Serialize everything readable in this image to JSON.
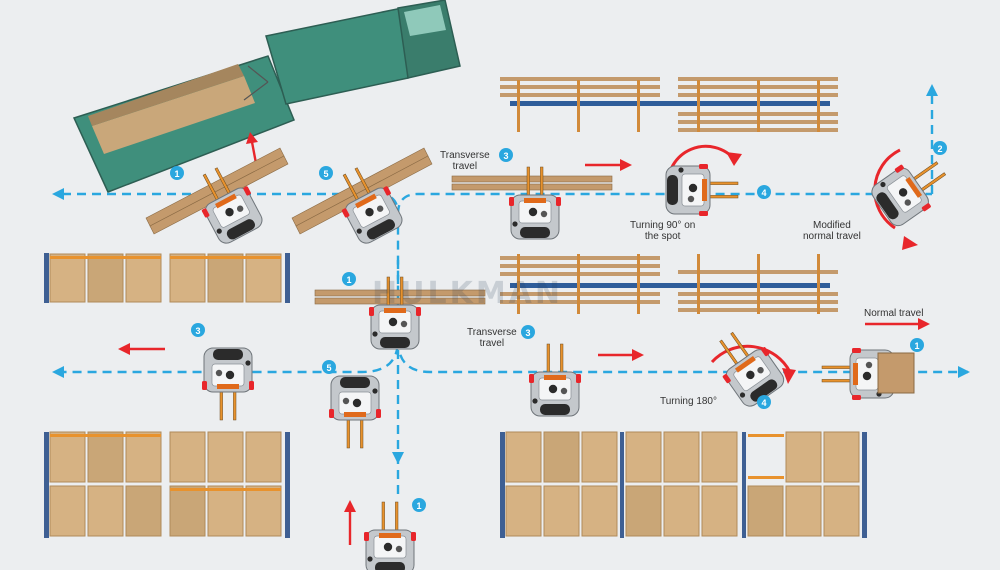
{
  "labels": {
    "transverse_top": [
      "Transverse",
      "travel"
    ],
    "transverse_mid": [
      "Transverse",
      "travel"
    ],
    "turning_90": [
      "Turning 90° on",
      "the spot"
    ],
    "modified_normal": [
      "Modified",
      "normal travel"
    ],
    "normal_travel": "Normal travel",
    "turning_180": "Turning 180°"
  },
  "watermark": "HULKMAN",
  "step_badges": [
    "1",
    "2",
    "3",
    "4",
    "5"
  ],
  "colors": {
    "background": "#eceef0",
    "path": "#2aa7df",
    "arrow": "#e8262b",
    "badge": "#2aa7df",
    "pallet": "#d6b283",
    "rack_beam": "#e8922d",
    "rack_upright": "#3e5f93",
    "lumber": "#c49a6c",
    "truck": "#3f8f7c",
    "forklift_body": "#c4c8cc",
    "forklift_accent": "#e06a1b"
  }
}
